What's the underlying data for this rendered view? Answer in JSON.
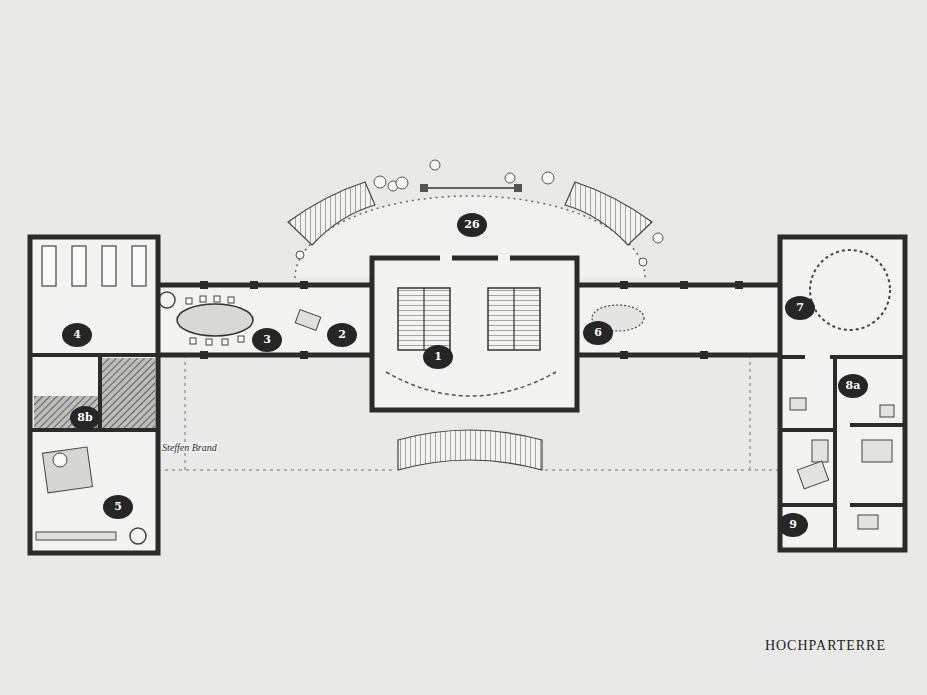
{
  "diagram": {
    "caption": "HOCHPARTERRE",
    "labels": [
      "26",
      "4",
      "3",
      "2",
      "6",
      "7",
      "1",
      "8a",
      "8b",
      "Steffen Brand",
      "5",
      "9"
    ]
  }
}
